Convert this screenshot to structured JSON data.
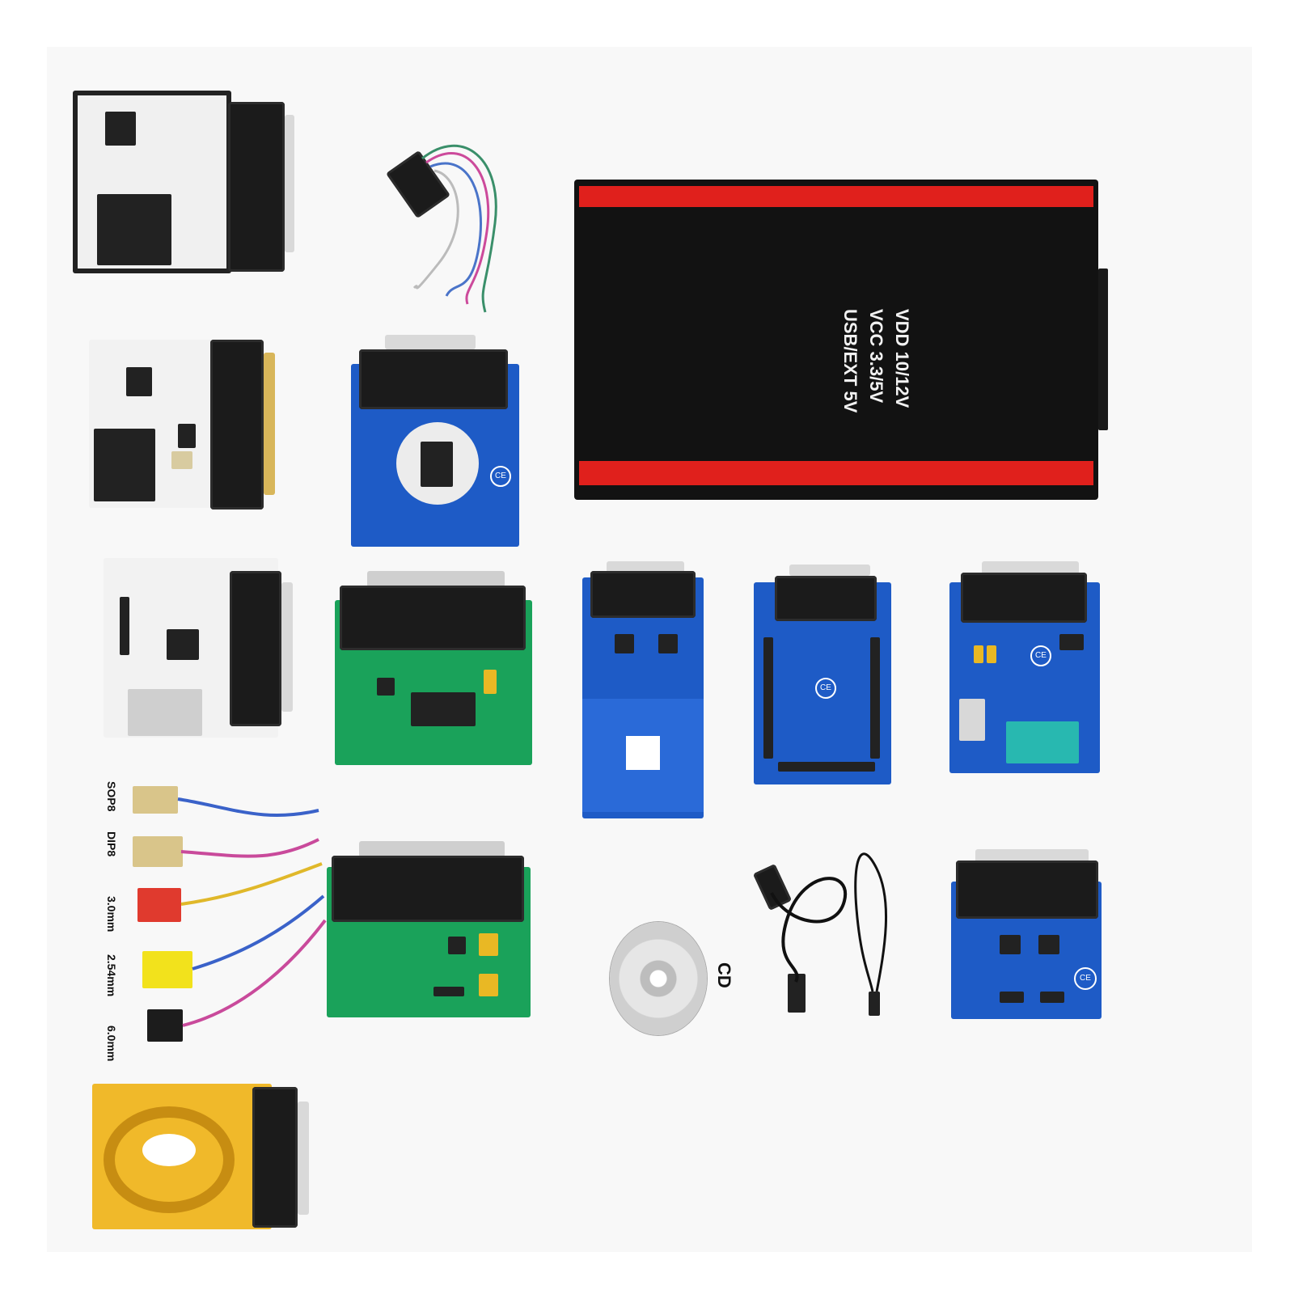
{
  "colors": {
    "device_body": "#111111",
    "device_stripe": "#e0201c",
    "pcb_white": "#f0f0f0",
    "pcb_blue": "#1e5bc6",
    "pcb_green": "#1aa25a",
    "pcb_yellow": "#f0b92a",
    "connector_black": "#1b1b1b",
    "cd_silver": "#d8d8d8"
  },
  "programmer": {
    "labels": [
      "VDD 10/12V",
      "VCC 3.3/5V",
      "USB/EXT 5V"
    ]
  },
  "probe_cables": {
    "labels": [
      "SOP8",
      "DIP8",
      "3.0mm",
      "2.54mm",
      "6.0mm"
    ]
  },
  "cd": {
    "label": "CD"
  },
  "icons": [
    "ce-mark-icon"
  ]
}
